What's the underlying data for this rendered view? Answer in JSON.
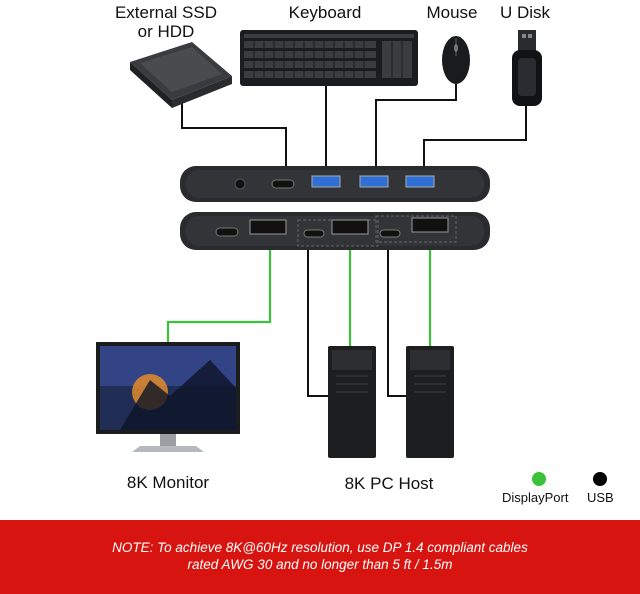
{
  "devices": {
    "ssd": "External SSD\nor HDD",
    "keyboard": "Keyboard",
    "mouse": "Mouse",
    "udisk": "U Disk",
    "monitor": "8K Monitor",
    "pc_host": "8K PC Host"
  },
  "legend": {
    "displayport": {
      "label": "DisplayPort",
      "color": "#3cc13b"
    },
    "usb": {
      "label": "USB",
      "color": "#000000"
    }
  },
  "note": {
    "line1": "NOTE: To achieve 8K@60Hz resolution, use DP 1.4 compliant cables",
    "line2": "rated AWG 30 and no longer than 5 ft / 1.5m"
  },
  "colors": {
    "footer_bg": "#d7140f",
    "usb_port": "#2f6fd6",
    "hub_body": "#2a2b2e"
  },
  "icons": [
    "hard-drive-icon",
    "keyboard-icon",
    "mouse-icon",
    "usb-stick-icon",
    "monitor-icon",
    "pc-tower-icon"
  ]
}
